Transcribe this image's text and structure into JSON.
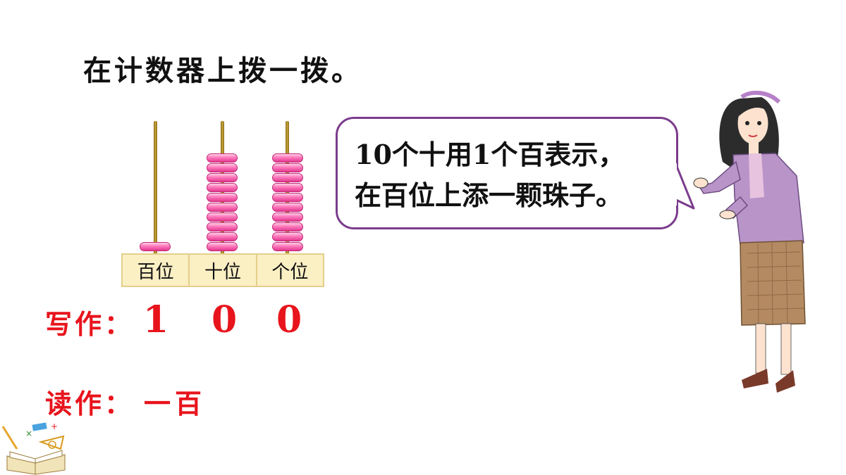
{
  "title": "在计数器上拨一拨。",
  "abacus": {
    "places": [
      "百位",
      "十位",
      "个位"
    ],
    "beads": [
      1,
      10,
      10
    ]
  },
  "bubble": {
    "line1": "10个十用1个百表示，",
    "line2": "在百位上添一颗珠子。"
  },
  "write": {
    "label": "写作：",
    "digits": [
      "1",
      "0",
      "0"
    ]
  },
  "read": {
    "label": "读作：",
    "value": "一百"
  },
  "icons": {
    "teacher": "teacher-illustration-icon",
    "corner": "math-book-icon"
  },
  "colors": {
    "accent_red": "#e8141c",
    "bubble_border": "#7b3c8c",
    "bead_pink": "#ff7fbf"
  }
}
